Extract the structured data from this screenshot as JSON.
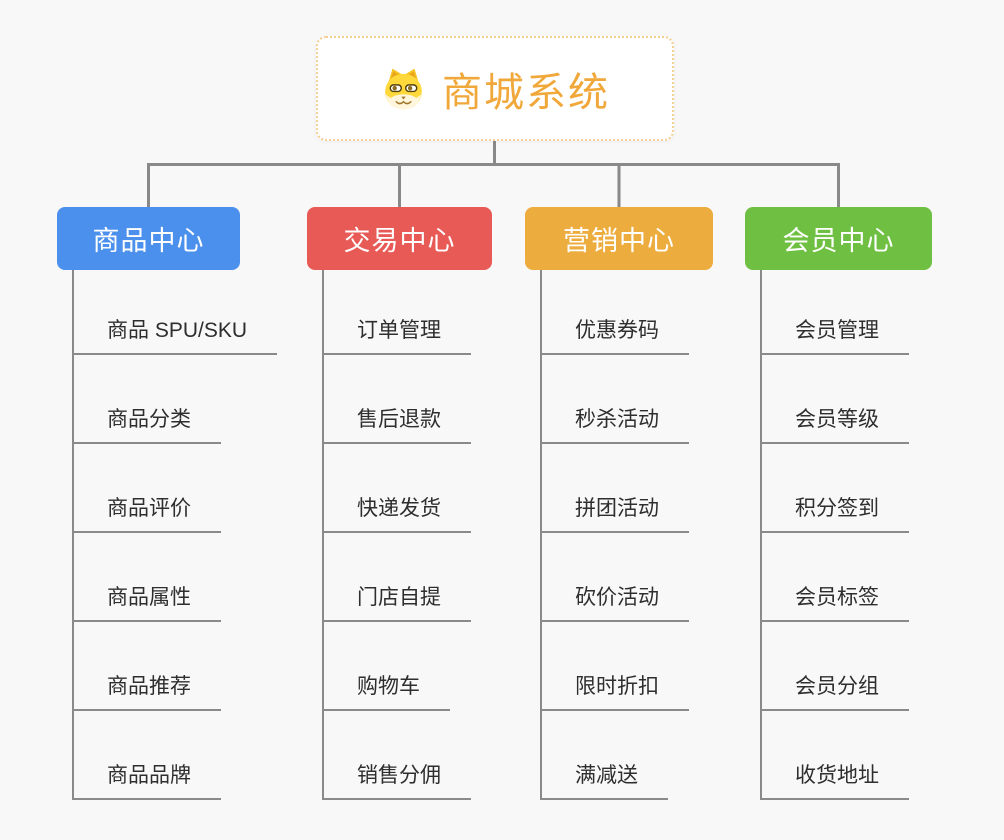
{
  "root": {
    "title": "商城系统",
    "icon": "dog-face-icon",
    "text_color": "#F1A83B",
    "border_color": "#F5CF92"
  },
  "branches": [
    {
      "label": "商品中心",
      "color": "#4B90EC",
      "children": [
        "商品 SPU/SKU",
        "商品分类",
        "商品评价",
        "商品属性",
        "商品推荐",
        "商品品牌"
      ]
    },
    {
      "label": "交易中心",
      "color": "#E75A55",
      "children": [
        "订单管理",
        "售后退款",
        "快递发货",
        "门店自提",
        "购物车",
        "销售分佣"
      ]
    },
    {
      "label": "营销中心",
      "color": "#EDAC3E",
      "children": [
        "优惠券码",
        "秒杀活动",
        "拼团活动",
        "砍价活动",
        "限时折扣",
        "满减送"
      ]
    },
    {
      "label": "会员中心",
      "color": "#6FC042",
      "children": [
        "会员管理",
        "会员等级",
        "积分签到",
        "会员标签",
        "会员分组",
        "收货地址"
      ]
    }
  ],
  "connector_color": "#8A8A8A"
}
